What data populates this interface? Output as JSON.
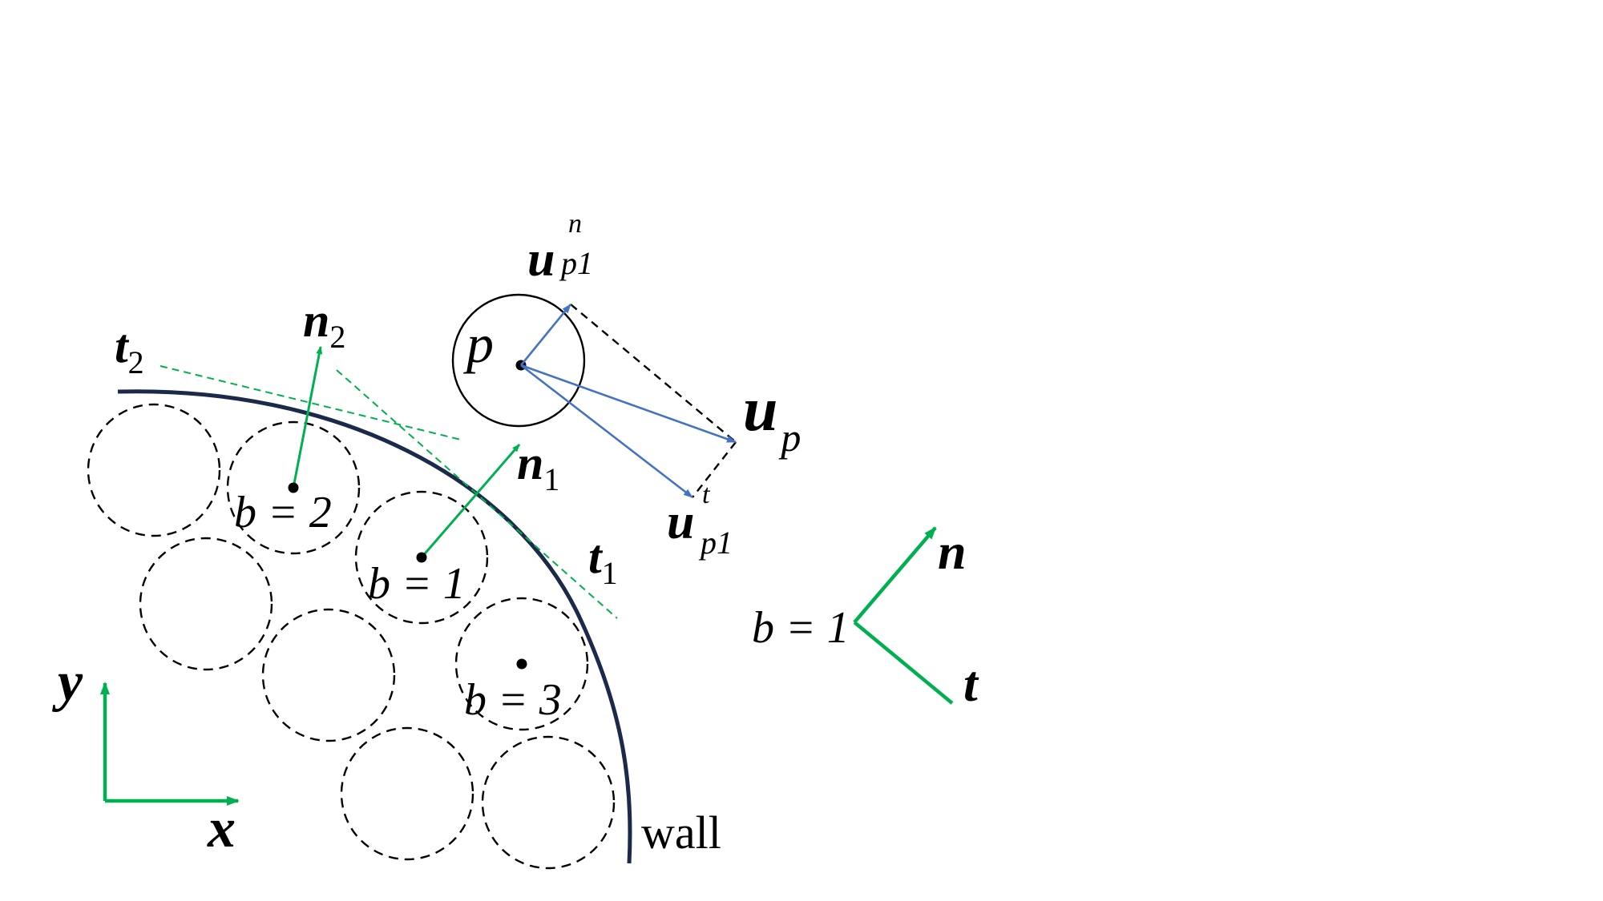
{
  "labels": {
    "t2_main": "t",
    "t2_sub": "2",
    "n2_main": "n",
    "n2_sub": "2",
    "p": "p",
    "upn_main": "u",
    "upn_sup": "n",
    "upn_sub": "p1",
    "up_main": "u",
    "up_sub": "p",
    "upt_main": "u",
    "upt_sup": "t",
    "upt_sub": "p1",
    "n1_main": "n",
    "n1_sub": "1",
    "t1_main": "t",
    "t1_sub": "1",
    "b2": "b = 2",
    "b1": "b = 1",
    "b3": "b = 3",
    "y_axis": "y",
    "x_axis": "x",
    "wall": "wall",
    "legend_b": "b = 1",
    "legend_n": "n",
    "legend_t": "t"
  },
  "colors": {
    "wall": "#1b2a4a",
    "green": "#00b050",
    "blue": "#4472c4",
    "black": "#000000"
  }
}
